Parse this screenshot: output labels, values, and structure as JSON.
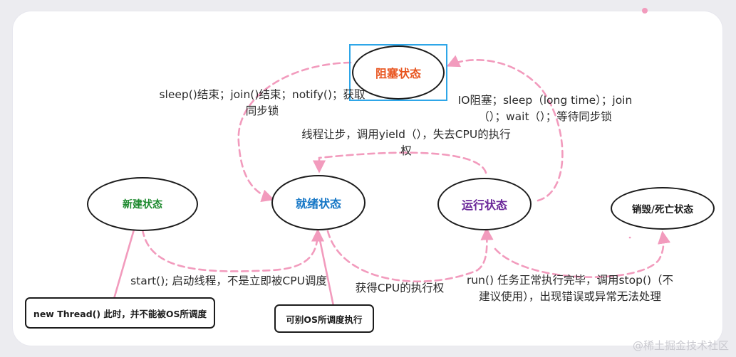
{
  "states": {
    "blocked": "阻塞状态",
    "new": "新建状态",
    "ready": "就绪状态",
    "running": "运行状态",
    "terminated": "销毁/死亡状态"
  },
  "state_colors": {
    "blocked": "#e8541e",
    "new": "#1e8a2f",
    "ready": "#1677c6",
    "running": "#6a2699",
    "terminated": "#1c1c1c"
  },
  "arrow_color": "#f29bbd",
  "transitions": {
    "blocked_to_ready": "sleep()结束；join()结束；notify()；获取同步锁",
    "running_to_blocked": "IO阻塞；sleep（long time）；join（）；wait（）；等待同步锁",
    "running_to_ready": "线程让步，调用yield（），失去CPU的执行权",
    "new_to_ready": "start(); 启动线程，不是立即被CPU调度",
    "ready_to_running": "获得CPU的执行权",
    "running_to_terminated": "run() 任务正常执行完毕，调用stop()（不建议使用），出现错误或异常无法处理"
  },
  "notes": {
    "new_note": "new Thread() 此时，并不能被OS所调度",
    "ready_note": "可别OS所调度执行"
  },
  "watermark": "@稀土掘金技术社区"
}
